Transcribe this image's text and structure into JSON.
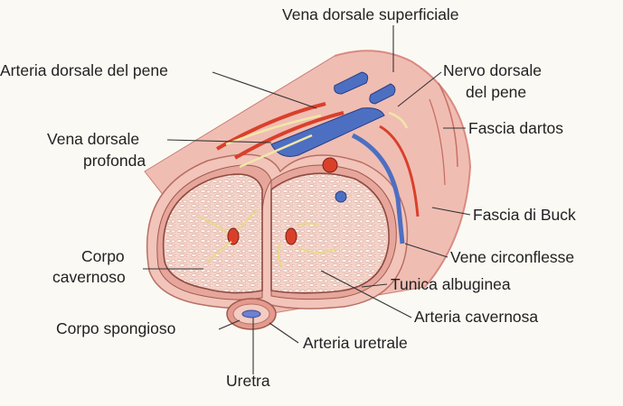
{
  "diagram": {
    "labels": {
      "vena_dorsale_superficiale": "Vena dorsale superficiale",
      "arteria_dorsale_del_pene": "Arteria dorsale del pene",
      "nervo_dorsale_line1": "Nervo dorsale",
      "nervo_dorsale_line2": "del pene",
      "vena_dorsale_profonda_line1": "Vena dorsale",
      "vena_dorsale_profonda_line2": "profonda",
      "fascia_dartos": "Fascia dartos",
      "fascia_di_buck": "Fascia di Buck",
      "corpo_cavernoso_line1": "Corpo",
      "corpo_cavernoso_line2": "cavernoso",
      "vene_circonflesse": "Vene circonflesse",
      "tunica_albuginea": "Tunica albuginea",
      "corpo_spongioso": "Corpo spongioso",
      "arteria_cavernosa": "Arteria cavernosa",
      "arteria_uretrale": "Arteria uretrale",
      "uretra": "Uretra"
    },
    "colors": {
      "skin": "#f2c2b8",
      "skin_dark": "#e3958a",
      "tissue": "#f6d9cf",
      "artery": "#d9402a",
      "vein": "#4d6fc2",
      "nerve": "#f1e7a8",
      "background": "#fbf9f4"
    }
  }
}
